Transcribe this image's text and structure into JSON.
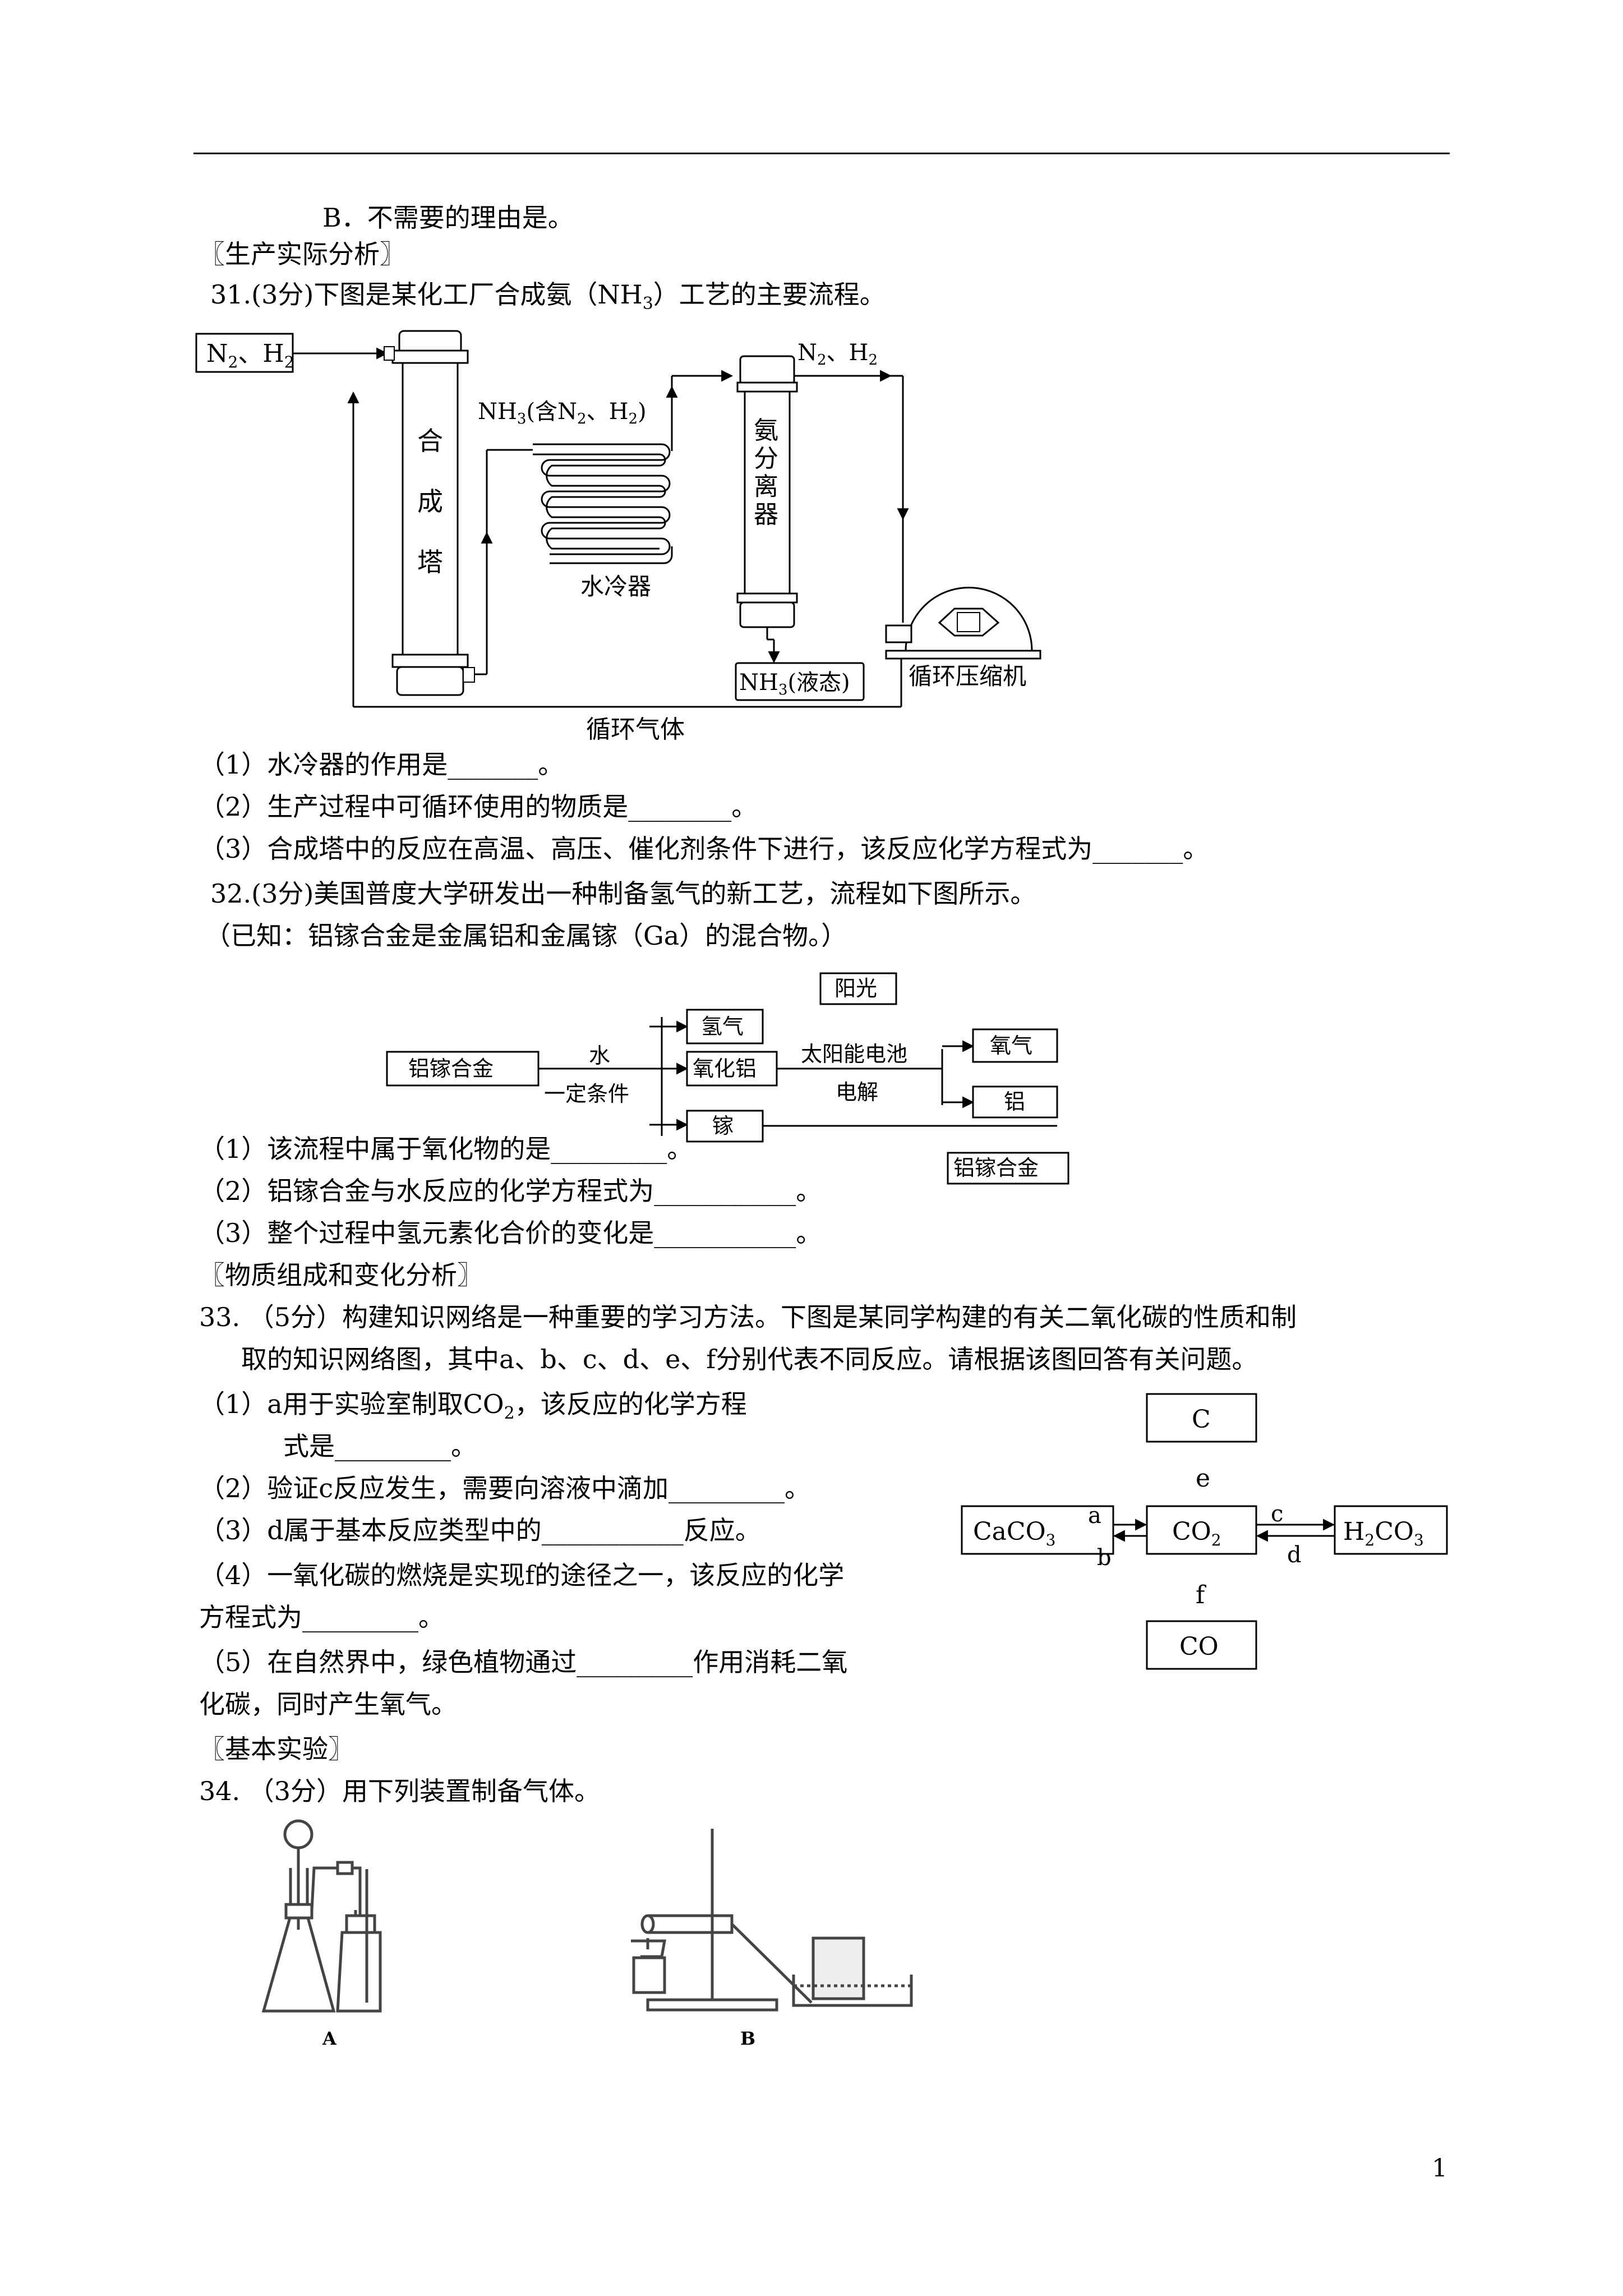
{
  "prev_answer_b": "B．不需要的理由是。",
  "sections": {
    "production": "〖生产实际分析〗",
    "composition": "〖物质组成和变化分析〗",
    "experiment": "〖基本实验〗"
  },
  "q31": {
    "stem_pre": "31.(3分)下图是某化工厂合成氨（NH",
    "stem_sub": "3",
    "stem_post": "）工艺的主要流程。",
    "diagram": {
      "input_box": "N",
      "input_box_tail": "、H",
      "tower_label": [
        "合",
        "成",
        "塔"
      ],
      "nh3_label_pre": "NH",
      "nh3_label_mid": "(含N",
      "nh3_label_mid2": "、H",
      "nh3_label_end": ")",
      "cooler_label": "水冷器",
      "separator_label": [
        "氨",
        "分",
        "离",
        "器"
      ],
      "top_out_label_pre": "N",
      "top_out_label_mid": "、H",
      "liquid_box_pre": "NH",
      "liquid_box_post": "(液态)",
      "compressor_label": "循环压缩机",
      "recycle_label": "循环气体",
      "sub2": "2",
      "sub3": "3"
    },
    "items": [
      "（1）水冷器的作用是_______。",
      "（2）生产过程中可循环使用的物质是________。",
      "（3）合成塔中的反应在高温、高压、催化剂条件下进行，该反应化学方程式为_______。"
    ]
  },
  "q32": {
    "stem": "32.(3分)美国普度大学研发出一种制备氢气的新工艺，流程如下图所示。",
    "note": "（已知：铝镓合金是金属铝和金属镓（Ga）的混合物。）",
    "diagram": {
      "alloy": "铝镓合金",
      "water": "水",
      "condition": "一定条件",
      "hydrogen": "氢气",
      "alumina": "氧化铝",
      "gallium": "镓",
      "sunlight": "阳光",
      "solar": "太阳能电池",
      "electrolysis": "电解",
      "oxygen": "氧气",
      "aluminum": "铝",
      "alloy_out": "铝镓合金"
    },
    "items": [
      "（1）该流程中属于氧化物的是_________。",
      "（2）铝镓合金与水反应的化学方程式为___________。",
      "（3）整个过程中氢元素化合价的变化是___________。"
    ]
  },
  "q33": {
    "stem1": "33.  （5分）构建知识网络是一种重要的学习方法。下图是某同学构建的有关二氧化碳的性质和制",
    "stem2": "取的知识网络图，其中a、b、c、d、e、f分别代表不同反应。请根据该图回答有关问题。",
    "item1a_pre": "（1）a用于实验室制取CO",
    "item1a_sub": "2",
    "item1a_post": "，该反应的化学方程",
    "item1b": "式是_________。",
    "item2": "（2）验证c反应发生，需要向溶液中滴加_________。",
    "item3": "（3）d属于基本反应类型中的___________反应。",
    "item4a": "（4）一氧化碳的燃烧是实现f的途径之一，该反应的化学",
    "item4b": "方程式为_________。",
    "item5a": "（5）在自然界中，绿色植物通过_________作用消耗二氧",
    "item5b": "化碳，同时产生氧气。",
    "diagram": {
      "c": "C",
      "caco3_pre": "CaCO",
      "co2_pre": "CO",
      "h2co3_pre": "H",
      "h2co3_mid": "CO",
      "co": "CO",
      "sub2": "2",
      "sub3": "3",
      "label_a": "a",
      "label_b": "b",
      "label_c": "c",
      "label_d": "d",
      "label_e": "e",
      "label_f": "f"
    }
  },
  "q34": {
    "stem": "34.  （3分）用下列装置制备气体。",
    "label_a": "A",
    "label_b": "B"
  },
  "page_number": "1"
}
